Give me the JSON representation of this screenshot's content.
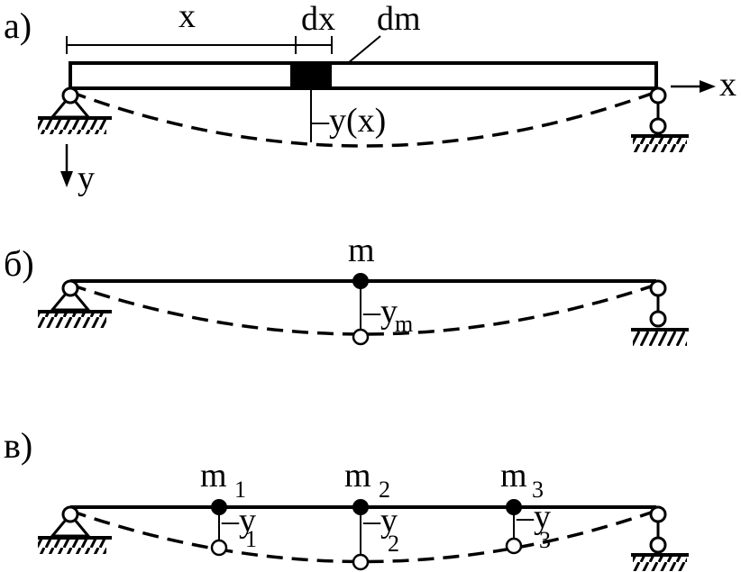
{
  "panel_a": {
    "label": "а)",
    "dim_x": "x",
    "dim_dx": "dx",
    "element": "dm",
    "axis_x": "x",
    "axis_y": "y",
    "deflection": "–y(x)"
  },
  "panel_b": {
    "label": "б)",
    "mass": "m",
    "deflection_main": "–y",
    "deflection_sub": "m"
  },
  "panel_c": {
    "label": "в)",
    "masses": [
      {
        "name": "m",
        "sub": "1",
        "defl": "–y",
        "defl_sub": "1"
      },
      {
        "name": "m",
        "sub": "2",
        "defl": "–y",
        "defl_sub": "2"
      },
      {
        "name": "m",
        "sub": "3",
        "defl": "–y",
        "defl_sub": "3"
      }
    ]
  }
}
